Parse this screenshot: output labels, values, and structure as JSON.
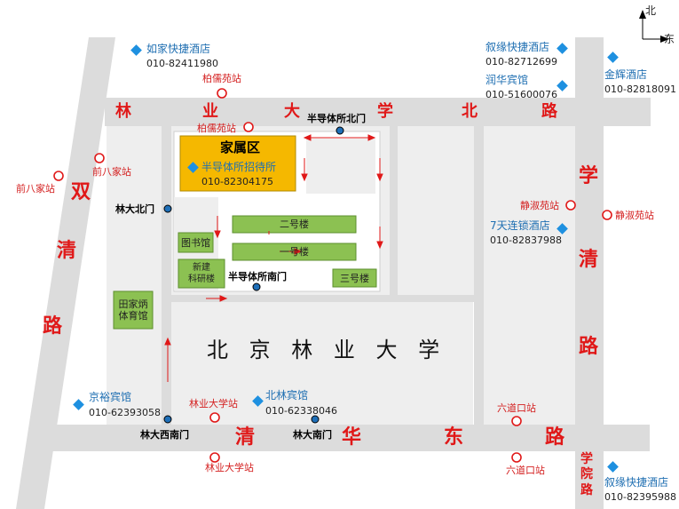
{
  "compass": {
    "north": "北",
    "east": "东"
  },
  "roads": {
    "top": [
      "林",
      "业",
      "大",
      "学",
      "北",
      "路"
    ],
    "bottom": [
      "清",
      "华",
      "东",
      "路"
    ],
    "left": [
      "双",
      "清",
      "路"
    ],
    "right": [
      "学",
      "清",
      "路"
    ],
    "right_lower": [
      "学",
      "院",
      "路"
    ]
  },
  "campus_label": "北 京 林 业 大 学",
  "family_area": {
    "title": "家属区",
    "hotel": "半导体所招待所",
    "phone": "010-82304175"
  },
  "buildings": {
    "library": "图书馆",
    "new_lab": "新建\n科研楼",
    "building2": "二号楼",
    "building1": "一号楼",
    "building3": "三号楼",
    "gym": "田家炳\n体育馆"
  },
  "gates": {
    "semi_north": "半导体所北门",
    "semi_south": "半导体所南门",
    "forestry_north": "林大北门",
    "forestry_south": "林大南门",
    "forestry_southwest": "林大西南门"
  },
  "stations": {
    "baiyuan_top": "柏儒苑站",
    "baiyuan_inner": "柏儒苑站",
    "qianbajia_inner": "前八家站",
    "qianbajia_outer": "前八家站",
    "jingshuyuan_inner": "静淑苑站",
    "jingshuyuan_outer": "静淑苑站",
    "linye_upper": "林业大学站",
    "linye_lower": "林业大学站",
    "liudaokou_upper": "六道口站",
    "liudaokou_lower": "六道口站"
  },
  "hotels": {
    "rujia": {
      "name": "如家快捷酒店",
      "phone": "010-82411980"
    },
    "xuyuan_top": {
      "name": "叙缘快捷酒店",
      "phone": "010-82712699"
    },
    "runhua": {
      "name": "润华宾馆",
      "phone": "010-51600076"
    },
    "jinhui": {
      "name": "金辉酒店",
      "phone": "010-82818091"
    },
    "seven_days": {
      "name": "7天连锁酒店",
      "phone": "010-82837988"
    },
    "jingyu": {
      "name": "京裕宾馆",
      "phone": "010-62393058"
    },
    "beilin": {
      "name": "北林宾馆",
      "phone": "010-62338046"
    },
    "xuyuan_bottom": {
      "name": "叙缘快捷酒店",
      "phone": "010-82395988"
    }
  },
  "colors": {
    "road": "#dcdcdc",
    "block": "#eeeeee",
    "family_fill": "#f5b800",
    "building_fill": "#8cc152",
    "marker_red": "#e01818",
    "hotel_blue": "#1e90e0",
    "gate_fill": "#1e6fb8"
  }
}
